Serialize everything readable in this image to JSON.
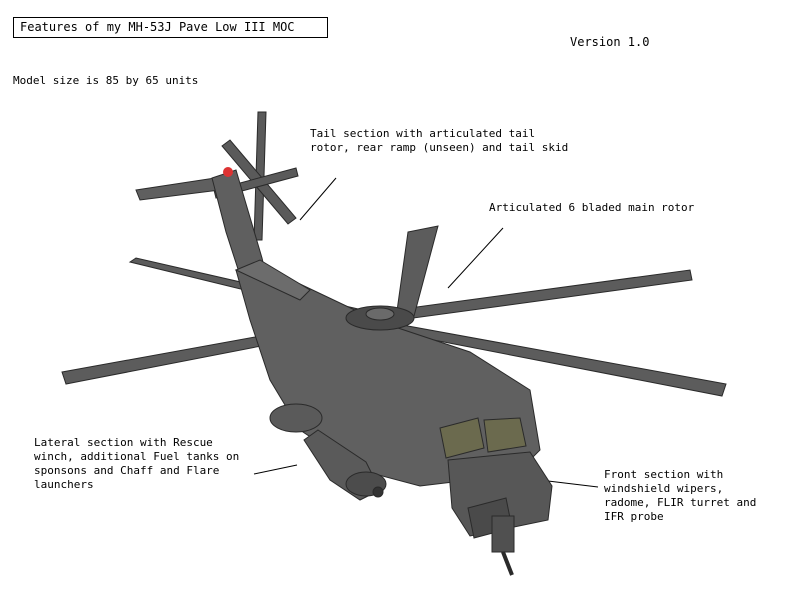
{
  "title": "Features of my MH-53J Pave Low III MOC",
  "version": "Version 1.0",
  "model_size": "Model size is 85 by 65 units",
  "annotations": {
    "tail": "Tail section with articulated tail\nrotor, rear ramp (unseen) and tail skid",
    "main_rotor": "Articulated 6 bladed main rotor",
    "lateral": "Lateral section with Rescue\nwinch, additional Fuel tanks on\nsponsons and Chaff and Flare\nlaunchers",
    "front": "Front section with\nwindshield wipers,\nradome, FLIR turret and\nIFR probe"
  },
  "colors": {
    "body": "#5f5f5f",
    "dark": "#3d3d3d",
    "light": "#7a7a7a",
    "window": "#6b6a4e",
    "beacon": "#d33"
  }
}
